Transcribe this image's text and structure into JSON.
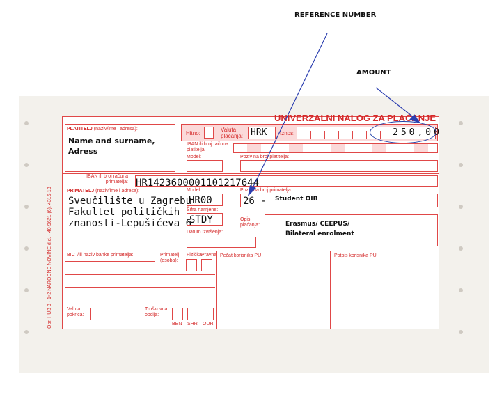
{
  "annotations": {
    "reference_number": "REFERENCE NUMBER",
    "amount": "AMOUNT"
  },
  "form": {
    "title": "UNIVERZALNI NALOG ZA PLAĆANJE",
    "side_text": "Obr. HUB 3 - 1•2 NARODNE NOVINE d.d. - 40-9621 (6). 4315-13",
    "platitelj_label": "PLATITELJ",
    "platitelj_hint": "(naziv/ime i adresa):",
    "hitno": "Hitno:",
    "valuta_placanja": "Valuta plaćanja:",
    "iznos": "Iznos:",
    "iban_platitelja": "IBAN ili broj računa platitelja:",
    "model": "Model:",
    "poziv_platitelja": "Poziv na broj platitelja:",
    "iban_primatelja": "IBAN ili broj računa primatelja:",
    "primatelj_label": "PRIMATELJ",
    "primatelj_hint": "(naziv/ime i adresa):",
    "poziv_primatelja": "Poziv na broj primatelja:",
    "sifra_namjene": "Šifra namjene:",
    "opis_placanja": "Opis plaćanja:",
    "datum_izvrsenja": "Datum izvršenja:",
    "bic": "BIC i/ili naziv banke primatelja:",
    "primatelj_osoba": "Primatelj (osoba):",
    "fizicka": "Fizička",
    "pravna": "Pravna",
    "pecat": "Pečat korisnika PU",
    "potpis": "Potpis korisnika PU",
    "valuta_pokrica": "Valuta pokrića:",
    "troskovna_opcija": "Troškovna opcija:",
    "ben": "BEN",
    "shr": "SHR",
    "our": "OUR"
  },
  "filled": {
    "payer_name": "Name and surname,",
    "payer_address": "Adress",
    "currency": "HRK",
    "amount": "250,00",
    "iban": "HR1423600001101217644",
    "recipient_line1": "Sveučilište u Zagrebu",
    "recipient_line2": "Fakultet političkih",
    "recipient_line3": "znanosti-Lepušićeva 6",
    "model": "HR00",
    "reference_prefix": "26 -",
    "reference_note": "Student OIB",
    "purpose_code": "STDY",
    "description_line1": "Erasmus/ CEEPUS/",
    "description_line2": "Bilateral enrolment"
  },
  "colors": {
    "form_red": "#e04848",
    "pen_blue": "#1f3fa8",
    "arrow_blue": "#2c3fb0"
  }
}
